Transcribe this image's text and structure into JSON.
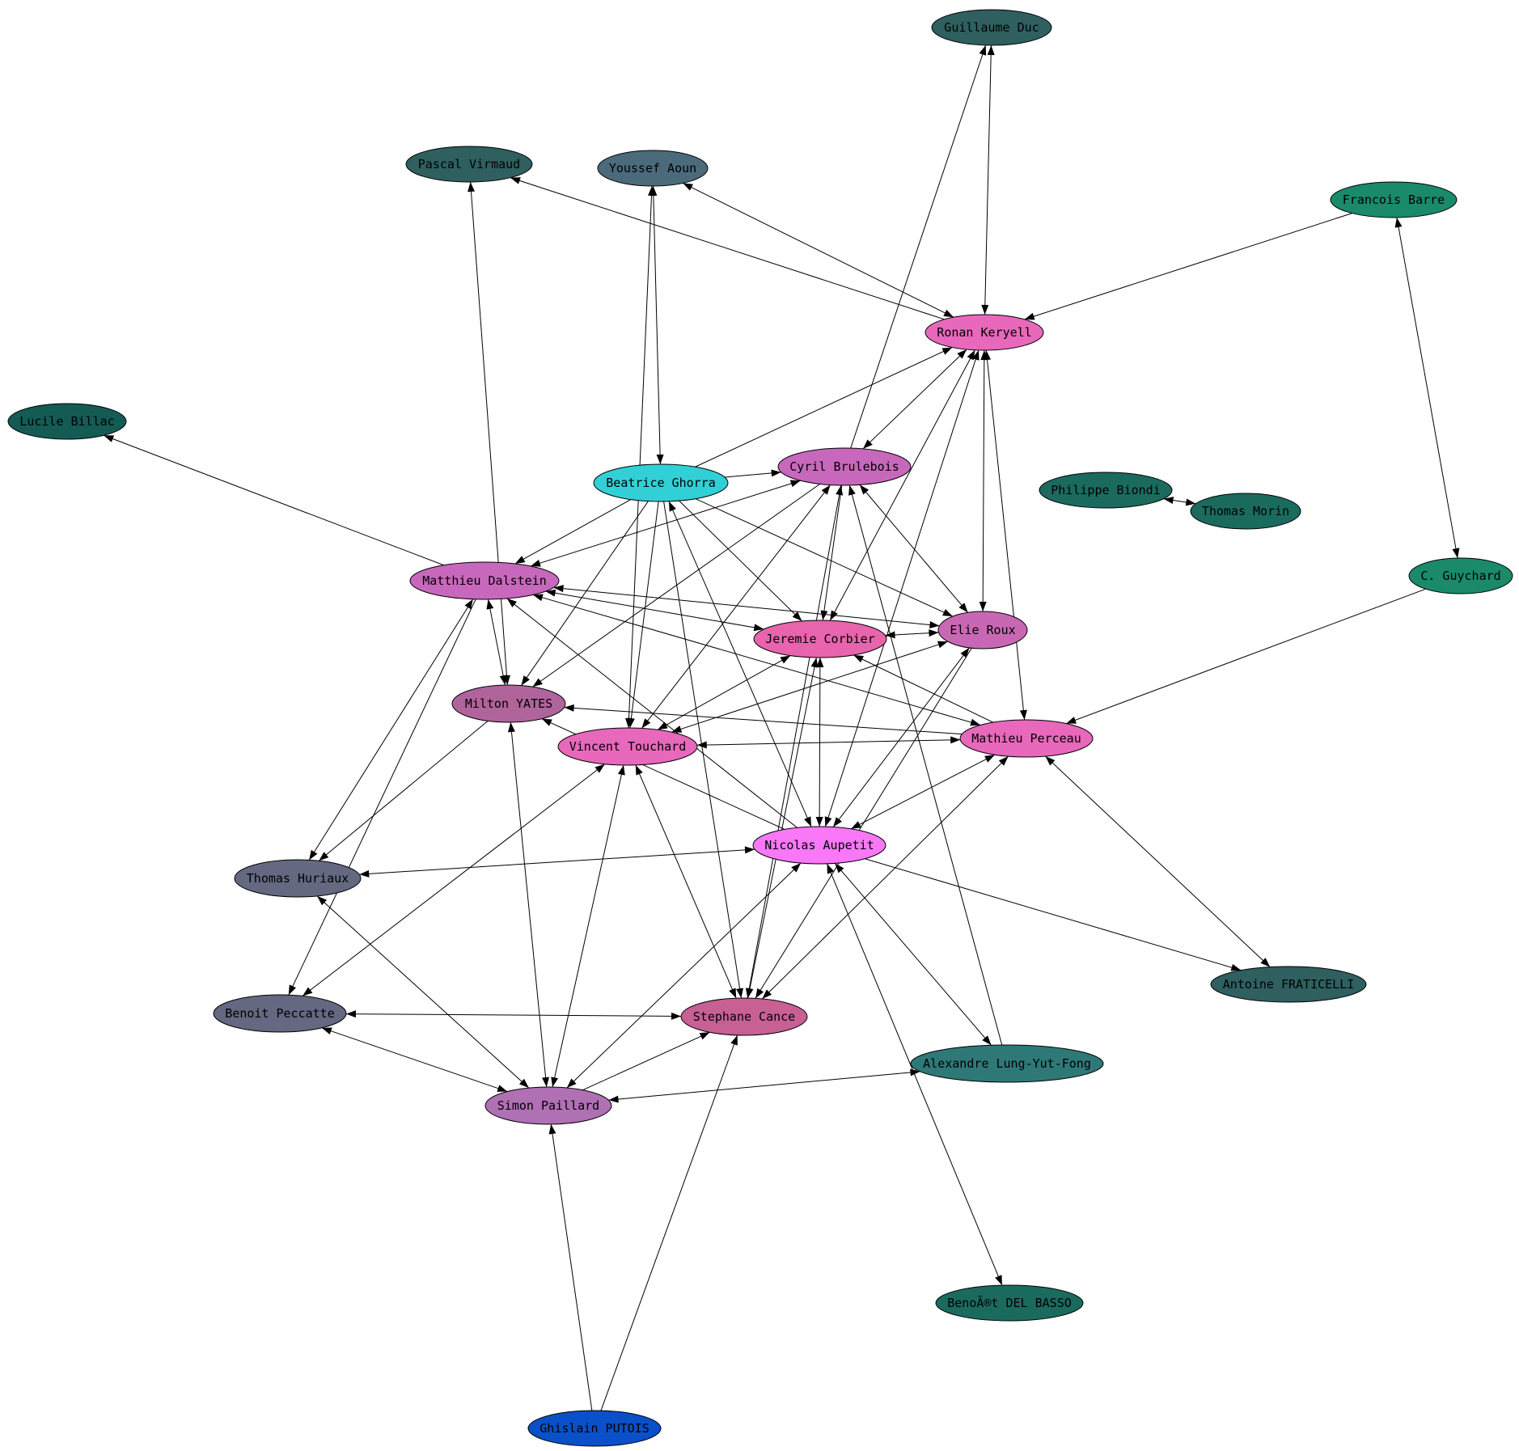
{
  "graph": {
    "nodes": [
      {
        "id": "guillaume-duc",
        "label": "Guillaume Duc",
        "color": "#2f5f5f"
      },
      {
        "id": "pascal-virmaud",
        "label": "Pascal Virmaud",
        "color": "#2f5f5f"
      },
      {
        "id": "youssef-aoun",
        "label": "Youssef Aoun",
        "color": "#4b6b7b"
      },
      {
        "id": "francois-barre",
        "label": "Francois Barre",
        "color": "#1a8a6a"
      },
      {
        "id": "ronan-keryell",
        "label": "Ronan Keryell",
        "color": "#e868bc"
      },
      {
        "id": "lucile-billac",
        "label": "Lucile Billac",
        "color": "#135b53"
      },
      {
        "id": "beatrice-ghorra",
        "label": "Beatrice Ghorra",
        "color": "#30d0d6"
      },
      {
        "id": "cyril-brulebois",
        "label": "Cyril Brulebois",
        "color": "#c868bc"
      },
      {
        "id": "philippe-biondi",
        "label": "Philippe Biondi",
        "color": "#1a6b5e"
      },
      {
        "id": "thomas-morin",
        "label": "Thomas Morin",
        "color": "#1a6b5e"
      },
      {
        "id": "c-guychard",
        "label": "C. Guychard",
        "color": "#1a8a6a"
      },
      {
        "id": "matthieu-dalstein",
        "label": "Matthieu Dalstein",
        "color": "#c868bc"
      },
      {
        "id": "elie-roux",
        "label": "Elie Roux",
        "color": "#c868b4"
      },
      {
        "id": "jeremie-corbier",
        "label": "Jeremie Corbier",
        "color": "#e864ac"
      },
      {
        "id": "milton-yates",
        "label": "Milton YATES",
        "color": "#b0649c"
      },
      {
        "id": "mathieu-perceau",
        "label": "Mathieu Perceau",
        "color": "#e868bc"
      },
      {
        "id": "vincent-touchard",
        "label": "Vincent Touchard",
        "color": "#e868bc"
      },
      {
        "id": "nicolas-aupetit",
        "label": "Nicolas Aupetit",
        "color": "#f878f8"
      },
      {
        "id": "thomas-huriaux",
        "label": "Thomas Huriaux",
        "color": "#646880"
      },
      {
        "id": "antoine-fraticelli",
        "label": "Antoine FRATICELLI",
        "color": "#2f5f5f"
      },
      {
        "id": "benoit-peccatte",
        "label": "Benoit Peccatte",
        "color": "#646880"
      },
      {
        "id": "stephane-cance",
        "label": "Stephane Cance",
        "color": "#c86094"
      },
      {
        "id": "alexandre-lung",
        "label": "Alexandre Lung-Yut-Fong",
        "color": "#2f7878"
      },
      {
        "id": "simon-paillard",
        "label": "Simon Paillard",
        "color": "#b070b4"
      },
      {
        "id": "benoit-del-basso",
        "label": "BenoÃ®t DEL BASSO",
        "color": "#1a6b5e"
      },
      {
        "id": "ghislain-putois",
        "label": "Ghislain PUTOIS",
        "color": "#0a50c8"
      }
    ],
    "edges": [
      {
        "from": "guillaume-duc",
        "to": "ronan-keryell",
        "dir": "both"
      },
      {
        "from": "cyril-brulebois",
        "to": "guillaume-duc",
        "dir": "forward"
      },
      {
        "from": "ronan-keryell",
        "to": "pascal-virmaud",
        "dir": "forward"
      },
      {
        "from": "ronan-keryell",
        "to": "youssef-aoun",
        "dir": "both"
      },
      {
        "from": "francois-barre",
        "to": "ronan-keryell",
        "dir": "forward"
      },
      {
        "from": "francois-barre",
        "to": "c-guychard",
        "dir": "both"
      },
      {
        "from": "philippe-biondi",
        "to": "thomas-morin",
        "dir": "both"
      },
      {
        "from": "youssef-aoun",
        "to": "beatrice-ghorra",
        "dir": "both"
      },
      {
        "from": "youssef-aoun",
        "to": "vincent-touchard",
        "dir": "both"
      },
      {
        "from": "pascal-virmaud",
        "to": "milton-yates",
        "dir": "both"
      },
      {
        "from": "matthieu-dalstein",
        "to": "lucile-billac",
        "dir": "forward"
      },
      {
        "from": "beatrice-ghorra",
        "to": "ronan-keryell",
        "dir": "forward"
      },
      {
        "from": "beatrice-ghorra",
        "to": "cyril-brulebois",
        "dir": "forward"
      },
      {
        "from": "beatrice-ghorra",
        "to": "matthieu-dalstein",
        "dir": "forward"
      },
      {
        "from": "beatrice-ghorra",
        "to": "milton-yates",
        "dir": "forward"
      },
      {
        "from": "beatrice-ghorra",
        "to": "vincent-touchard",
        "dir": "forward"
      },
      {
        "from": "beatrice-ghorra",
        "to": "jeremie-corbier",
        "dir": "forward"
      },
      {
        "from": "beatrice-ghorra",
        "to": "elie-roux",
        "dir": "forward"
      },
      {
        "from": "beatrice-ghorra",
        "to": "nicolas-aupetit",
        "dir": "both"
      },
      {
        "from": "beatrice-ghorra",
        "to": "stephane-cance",
        "dir": "forward"
      },
      {
        "from": "ronan-keryell",
        "to": "cyril-brulebois",
        "dir": "both"
      },
      {
        "from": "ronan-keryell",
        "to": "jeremie-corbier",
        "dir": "both"
      },
      {
        "from": "ronan-keryell",
        "to": "elie-roux",
        "dir": "both"
      },
      {
        "from": "ronan-keryell",
        "to": "mathieu-perceau",
        "dir": "both"
      },
      {
        "from": "ronan-keryell",
        "to": "nicolas-aupetit",
        "dir": "both"
      },
      {
        "from": "cyril-brulebois",
        "to": "matthieu-dalstein",
        "dir": "both"
      },
      {
        "from": "cyril-brulebois",
        "to": "jeremie-corbier",
        "dir": "forward"
      },
      {
        "from": "cyril-brulebois",
        "to": "elie-roux",
        "dir": "both"
      },
      {
        "from": "cyril-brulebois",
        "to": "vincent-touchard",
        "dir": "both"
      },
      {
        "from": "cyril-brulebois",
        "to": "milton-yates",
        "dir": "forward"
      },
      {
        "from": "cyril-brulebois",
        "to": "stephane-cance",
        "dir": "both"
      },
      {
        "from": "alexandre-lung",
        "to": "cyril-brulebois",
        "dir": "forward"
      },
      {
        "from": "matthieu-dalstein",
        "to": "jeremie-corbier",
        "dir": "both"
      },
      {
        "from": "matthieu-dalstein",
        "to": "elie-roux",
        "dir": "both"
      },
      {
        "from": "matthieu-dalstein",
        "to": "milton-yates",
        "dir": "both"
      },
      {
        "from": "matthieu-dalstein",
        "to": "mathieu-perceau",
        "dir": "both"
      },
      {
        "from": "matthieu-dalstein",
        "to": "thomas-huriaux",
        "dir": "both"
      },
      {
        "from": "matthieu-dalstein",
        "to": "benoit-peccatte",
        "dir": "forward"
      },
      {
        "from": "nicolas-aupetit",
        "to": "matthieu-dalstein",
        "dir": "forward"
      },
      {
        "from": "jeremie-corbier",
        "to": "elie-roux",
        "dir": "both"
      },
      {
        "from": "jeremie-corbier",
        "to": "vincent-touchard",
        "dir": "both"
      },
      {
        "from": "jeremie-corbier",
        "to": "nicolas-aupetit",
        "dir": "both"
      },
      {
        "from": "jeremie-corbier",
        "to": "stephane-cance",
        "dir": "both"
      },
      {
        "from": "mathieu-perceau",
        "to": "jeremie-corbier",
        "dir": "forward"
      },
      {
        "from": "elie-roux",
        "to": "vincent-touchard",
        "dir": "both"
      },
      {
        "from": "elie-roux",
        "to": "nicolas-aupetit",
        "dir": "both"
      },
      {
        "from": "elie-roux",
        "to": "stephane-cance",
        "dir": "forward"
      },
      {
        "from": "mathieu-perceau",
        "to": "milton-yates",
        "dir": "forward"
      },
      {
        "from": "mathieu-perceau",
        "to": "vincent-touchard",
        "dir": "both"
      },
      {
        "from": "mathieu-perceau",
        "to": "nicolas-aupetit",
        "dir": "both"
      },
      {
        "from": "mathieu-perceau",
        "to": "stephane-cance",
        "dir": "both"
      },
      {
        "from": "mathieu-perceau",
        "to": "antoine-fraticelli",
        "dir": "both"
      },
      {
        "from": "c-guychard",
        "to": "mathieu-perceau",
        "dir": "forward"
      },
      {
        "from": "milton-yates",
        "to": "thomas-huriaux",
        "dir": "forward"
      },
      {
        "from": "milton-yates",
        "to": "simon-paillard",
        "dir": "both"
      },
      {
        "from": "nicolas-aupetit",
        "to": "milton-yates",
        "dir": "forward"
      },
      {
        "from": "vincent-touchard",
        "to": "benoit-peccatte",
        "dir": "both"
      },
      {
        "from": "vincent-touchard",
        "to": "simon-paillard",
        "dir": "both"
      },
      {
        "from": "vincent-touchard",
        "to": "stephane-cance",
        "dir": "both"
      },
      {
        "from": "thomas-huriaux",
        "to": "nicolas-aupetit",
        "dir": "both"
      },
      {
        "from": "thomas-huriaux",
        "to": "simon-paillard",
        "dir": "both"
      },
      {
        "from": "nicolas-aupetit",
        "to": "antoine-fraticelli",
        "dir": "forward"
      },
      {
        "from": "nicolas-aupetit",
        "to": "alexandre-lung",
        "dir": "both"
      },
      {
        "from": "nicolas-aupetit",
        "to": "simon-paillard",
        "dir": "both"
      },
      {
        "from": "nicolas-aupetit",
        "to": "benoit-del-basso",
        "dir": "both"
      },
      {
        "from": "benoit-peccatte",
        "to": "stephane-cance",
        "dir": "both"
      },
      {
        "from": "benoit-peccatte",
        "to": "simon-paillard",
        "dir": "both"
      },
      {
        "from": "simon-paillard",
        "to": "stephane-cance",
        "dir": "forward"
      },
      {
        "from": "simon-paillard",
        "to": "alexandre-lung",
        "dir": "both"
      },
      {
        "from": "ghislain-putois",
        "to": "simon-paillard",
        "dir": "forward"
      },
      {
        "from": "ghislain-putois",
        "to": "stephane-cance",
        "dir": "forward"
      }
    ]
  }
}
